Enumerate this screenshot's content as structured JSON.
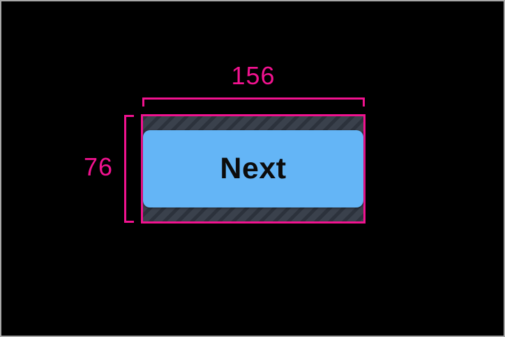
{
  "canvas": {
    "description": "layout-inspector measurement overlay on black background"
  },
  "measurements": {
    "width": {
      "label": "156"
    },
    "height": {
      "label": "76"
    }
  },
  "button": {
    "label": "Next"
  },
  "colors": {
    "accent": "#f1128f",
    "button-fill": "#64b5f6",
    "button-text": "#0c0c0c",
    "hatch-base": "#3a414c",
    "hatch-stripe": "#2c323c",
    "canvas-bg": "#000000",
    "frame": "#a8a8a8"
  }
}
